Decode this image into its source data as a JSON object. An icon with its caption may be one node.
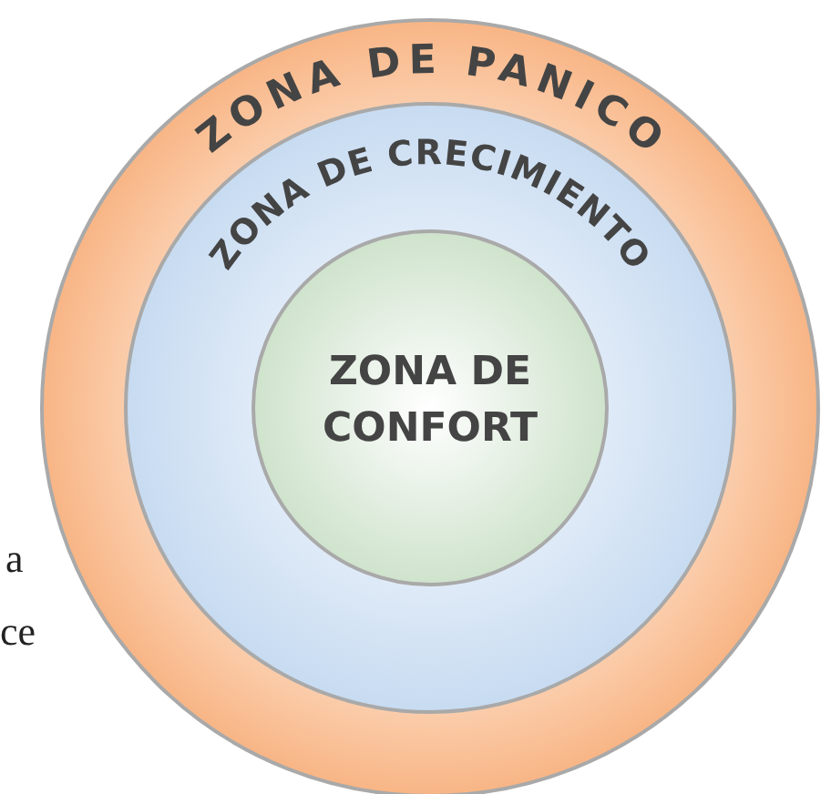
{
  "diagram": {
    "nodes": [
      {
        "text": [
          "ZONA DE PANICO"
        ]
      },
      {
        "text": [
          "ZONA DE CRECIMIENTO"
        ],
        "in": 0
      },
      {
        "text": [
          "ZONA DE CONFORT"
        ],
        "in": 1
      }
    ],
    "labels": [
      "a",
      "ce"
    ]
  }
}
